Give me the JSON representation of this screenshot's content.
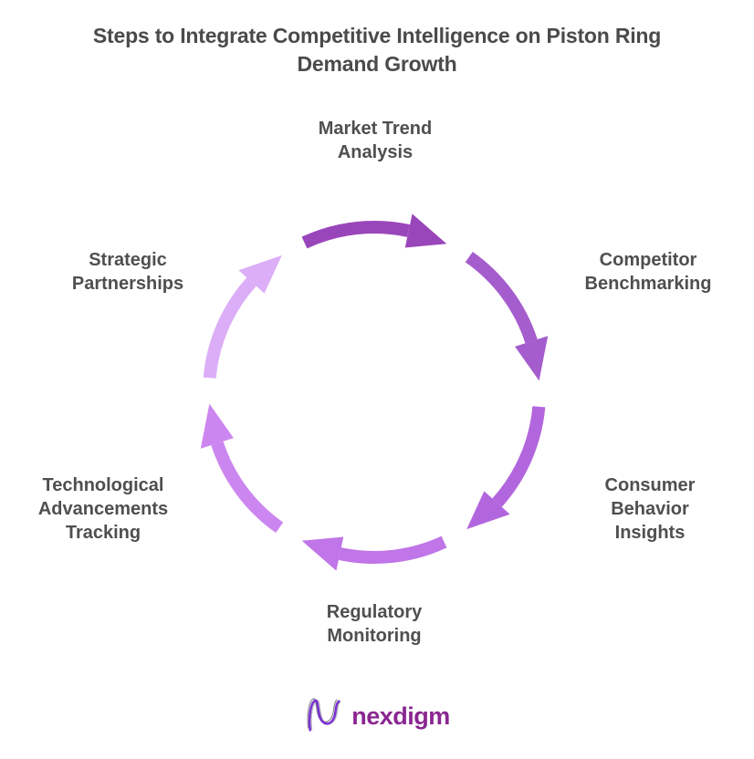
{
  "title": "Steps to Integrate Competitive Intelligence on Piston Ring Demand Growth",
  "title_lines": [
    "Steps to Integrate Competitive Intelligence on Piston Ring",
    "Demand Growth"
  ],
  "cycle": {
    "type": "cycle-diagram",
    "direction": "clockwise",
    "steps": [
      {
        "name": "Market Trend Analysis",
        "lines": [
          "Market Trend",
          "Analysis"
        ],
        "position": "top"
      },
      {
        "name": "Competitor Benchmarking",
        "lines": [
          "Competitor",
          "Benchmarking"
        ],
        "position": "right-top"
      },
      {
        "name": "Consumer Behavior Insights",
        "lines": [
          "Consumer",
          "Behavior",
          "Insights"
        ],
        "position": "right-bottom"
      },
      {
        "name": "Regulatory Monitoring",
        "lines": [
          "Regulatory",
          "Monitoring"
        ],
        "position": "bottom"
      },
      {
        "name": "Technological Advancements Tracking",
        "lines": [
          "Technological",
          "Advancements",
          "Tracking"
        ],
        "position": "left-bottom"
      },
      {
        "name": "Strategic Partnerships",
        "lines": [
          "Strategic",
          "Partnerships"
        ],
        "position": "left-top"
      }
    ],
    "arrow_colors": [
      "#9a46bb",
      "#a55ccd",
      "#b266dd",
      "#c075e8",
      "#cc86ef",
      "#dcaef7"
    ],
    "text_color": "#4f4f4f"
  },
  "footer": {
    "brand": "nexdigm",
    "brand_color": "#8a2691",
    "logo_icon": "nexdigm-wave-n-icon"
  }
}
